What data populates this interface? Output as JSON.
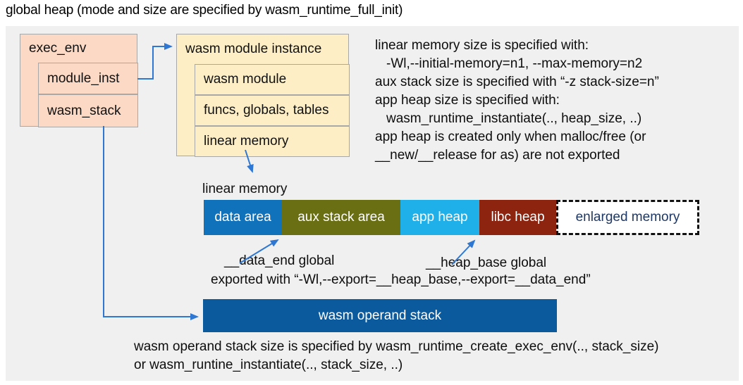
{
  "title": "global heap (mode and size are specified by wasm_runtime_full_init)",
  "colors": {
    "panel_bg": "#f0f0f0",
    "struct_box_fill": "#fbd9c5",
    "module_box_fill": "#fdeec6",
    "box_border": "#a8a8a8",
    "arrow": "#2e77d2",
    "data_area": "#0f72ba",
    "aux_stack_area": "#6a6f14",
    "app_heap": "#1fb0ea",
    "libc_heap": "#8c2410",
    "operand_stack_bar": "#0c5a9e",
    "enlarged_memory_text": "#1f3864"
  },
  "exec_env": {
    "label": "exec_env",
    "children": [
      "module_inst",
      "wasm_stack"
    ]
  },
  "module_instance": {
    "label": "wasm module instance",
    "children": [
      "wasm module",
      "funcs, globals, tables",
      "linear memory"
    ]
  },
  "notes": {
    "lines": [
      "linear memory size is specified with:",
      "-Wl,--initial-memory=n1, --max-memory=n2",
      "aux stack size is specified with “-z stack-size=n”",
      "app heap size is specified with:",
      "wasm_runtime_instantiate(.., heap_size, ..)",
      "app heap is created only when malloc/free (or",
      "__new/__release for as) are not exported"
    ]
  },
  "memory_bar": {
    "label": "linear memory",
    "segments": [
      {
        "label": "data area",
        "color": "#0f72ba"
      },
      {
        "label": "aux stack area",
        "color": "#6a6f14"
      },
      {
        "label": "app heap",
        "color": "#1fb0ea"
      },
      {
        "label": "libc heap",
        "color": "#8c2410"
      },
      {
        "label": "enlarged memory",
        "color": "#ffffff",
        "text_color": "#1f3864",
        "border": "dashed"
      }
    ]
  },
  "annotations": {
    "data_end_label": "__data_end global",
    "heap_base_label": "__heap_base global",
    "export_line": "exported with “-Wl,--export=__heap_base,--export=__data_end”"
  },
  "operand_stack": {
    "label": "wasm operand stack",
    "note_lines": [
      "wasm operand stack size is specified by wasm_runtime_create_exec_env(.., stack_size)",
      "or wasm_runtine_instantiate(.., stack_size, ..)"
    ]
  }
}
